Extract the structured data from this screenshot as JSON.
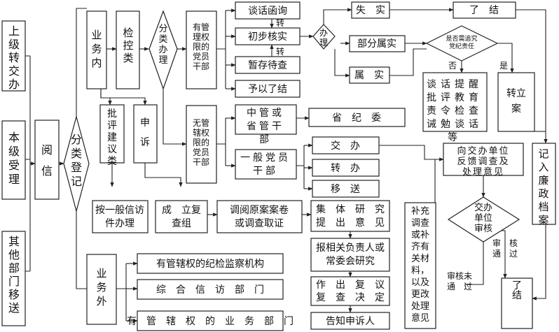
{
  "sources": {
    "upper": "上级转交办",
    "local": "本级受理",
    "other": "其他部门移送"
  },
  "read_letter": "阅信",
  "classify_register": "分类登记",
  "business_inside": "业务内",
  "inspection": "检控类",
  "classify_handle": "分类办理",
  "has_authority": "有管理权限的党员干部",
  "no_authority": "无管辖权限的党员干部",
  "talk_letter": "谈话函询",
  "initial_verify": "初步核实",
  "temp_store": "暂存待查",
  "closed": "予以了结",
  "zhuan": "转",
  "handle": "办理",
  "untrue": "失　实",
  "finish": "了　结",
  "partly_true": "部分属实",
  "true": "属　实",
  "pursue_question": "是否需追究党纪责任",
  "no": "否",
  "yes": "是",
  "soft_measures": "谈话提醒批评教育责令检查诫勉谈话等",
  "to_case": "转立案",
  "central_prov": "中管或省管干部",
  "prov_commission": "省　纪　委",
  "general_cadre": "一般党员干部",
  "jiaoban": "交　办",
  "zhuanban": "转　办",
  "yisong": "移　送",
  "feedback": "向交办单位反馈调查及处理意见",
  "record_file": "记入廉政档案",
  "criticism": "批评建议类",
  "appeal": "申诉",
  "general_letter": "按一般信访件办理",
  "review_group": "成　立复查组",
  "review_records": "调阅原案案卷或调查取证",
  "collective_study": "集　体　研　究提　出　意　见",
  "report_leader": "报相关负责人或常委会研究",
  "review_decision": "作　出　复　议复　查　决　定",
  "inform_appellant": "告知申诉人",
  "supplement": "补充调查或补齐有关材料，以及更改处理意见",
  "review_q": "交办单位审核",
  "pass": "审　核通　过",
  "fail": "审核未通　过",
  "end": "了　结",
  "business_outside": "业务外",
  "outside_items": [
    "有管辖权的纪检监察机构",
    "综　合　信　访　部　门",
    "有　管　辖　权　的　业　务　部　门"
  ]
}
